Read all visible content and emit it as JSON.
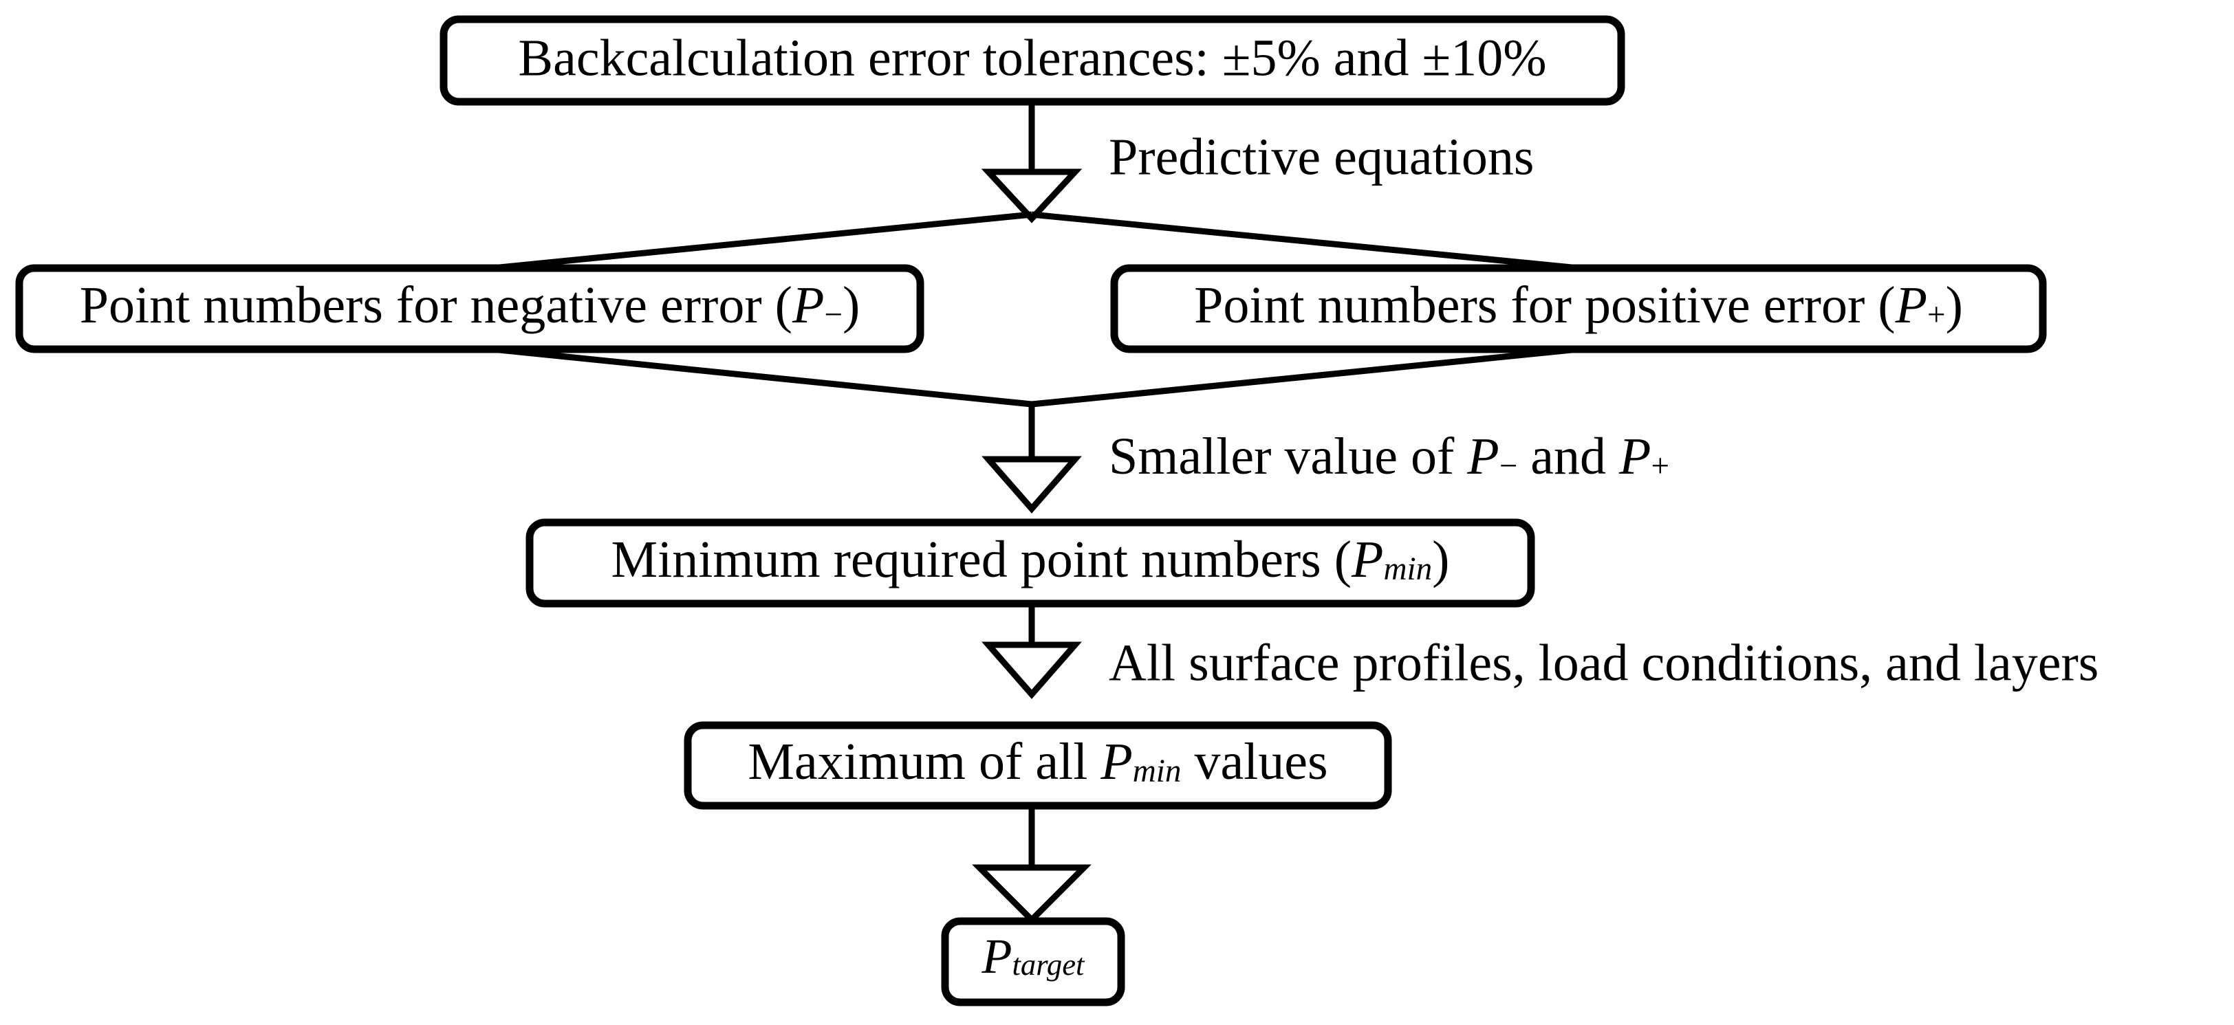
{
  "diagram": {
    "title": "Backcalculation point-number determination flowchart",
    "background_color": "#ffffff",
    "line_color": "#000000",
    "box_fill": "#ffffff",
    "nodes": [
      {
        "id": "tolerances",
        "label": "Backcalculation error tolerances: ±5% and ±10%"
      },
      {
        "id": "negative-error",
        "label_pre": "Point numbers for negative error (",
        "label_sym": "P",
        "label_sub": "−",
        "label_post": ")",
        "plain": "Point numbers for negative error (P−)"
      },
      {
        "id": "positive-error",
        "label_pre": "Point numbers for positive error (",
        "label_sym": "P",
        "label_sub": "+",
        "label_post": ")",
        "plain": "Point numbers for positive error (P+)"
      },
      {
        "id": "minimum-required",
        "label_pre": "Minimum required point numbers (",
        "label_sym": "P",
        "label_sub": "min",
        "label_post": ")",
        "plain": "Minimum required point numbers (Pmin)"
      },
      {
        "id": "maximum-of-all",
        "label_pre": "Maximum of all ",
        "label_sym": "P",
        "label_sub": "min",
        "label_post": " values",
        "plain": "Maximum of all Pmin values"
      },
      {
        "id": "p-target",
        "label_sym": "P",
        "label_sub": "target",
        "plain": "Ptarget"
      }
    ],
    "edge_labels": [
      {
        "id": "predictive-equations",
        "text": "Predictive equations"
      },
      {
        "id": "smaller-value",
        "pre": "Smaller value of ",
        "sym1": "P",
        "sub1": "−",
        "mid": " and ",
        "sym2": "P",
        "sub2": "+",
        "plain": "Smaller value of P− and P+"
      },
      {
        "id": "all-surface-profiles",
        "text": "All surface profiles, load conditions, and layers"
      }
    ]
  }
}
